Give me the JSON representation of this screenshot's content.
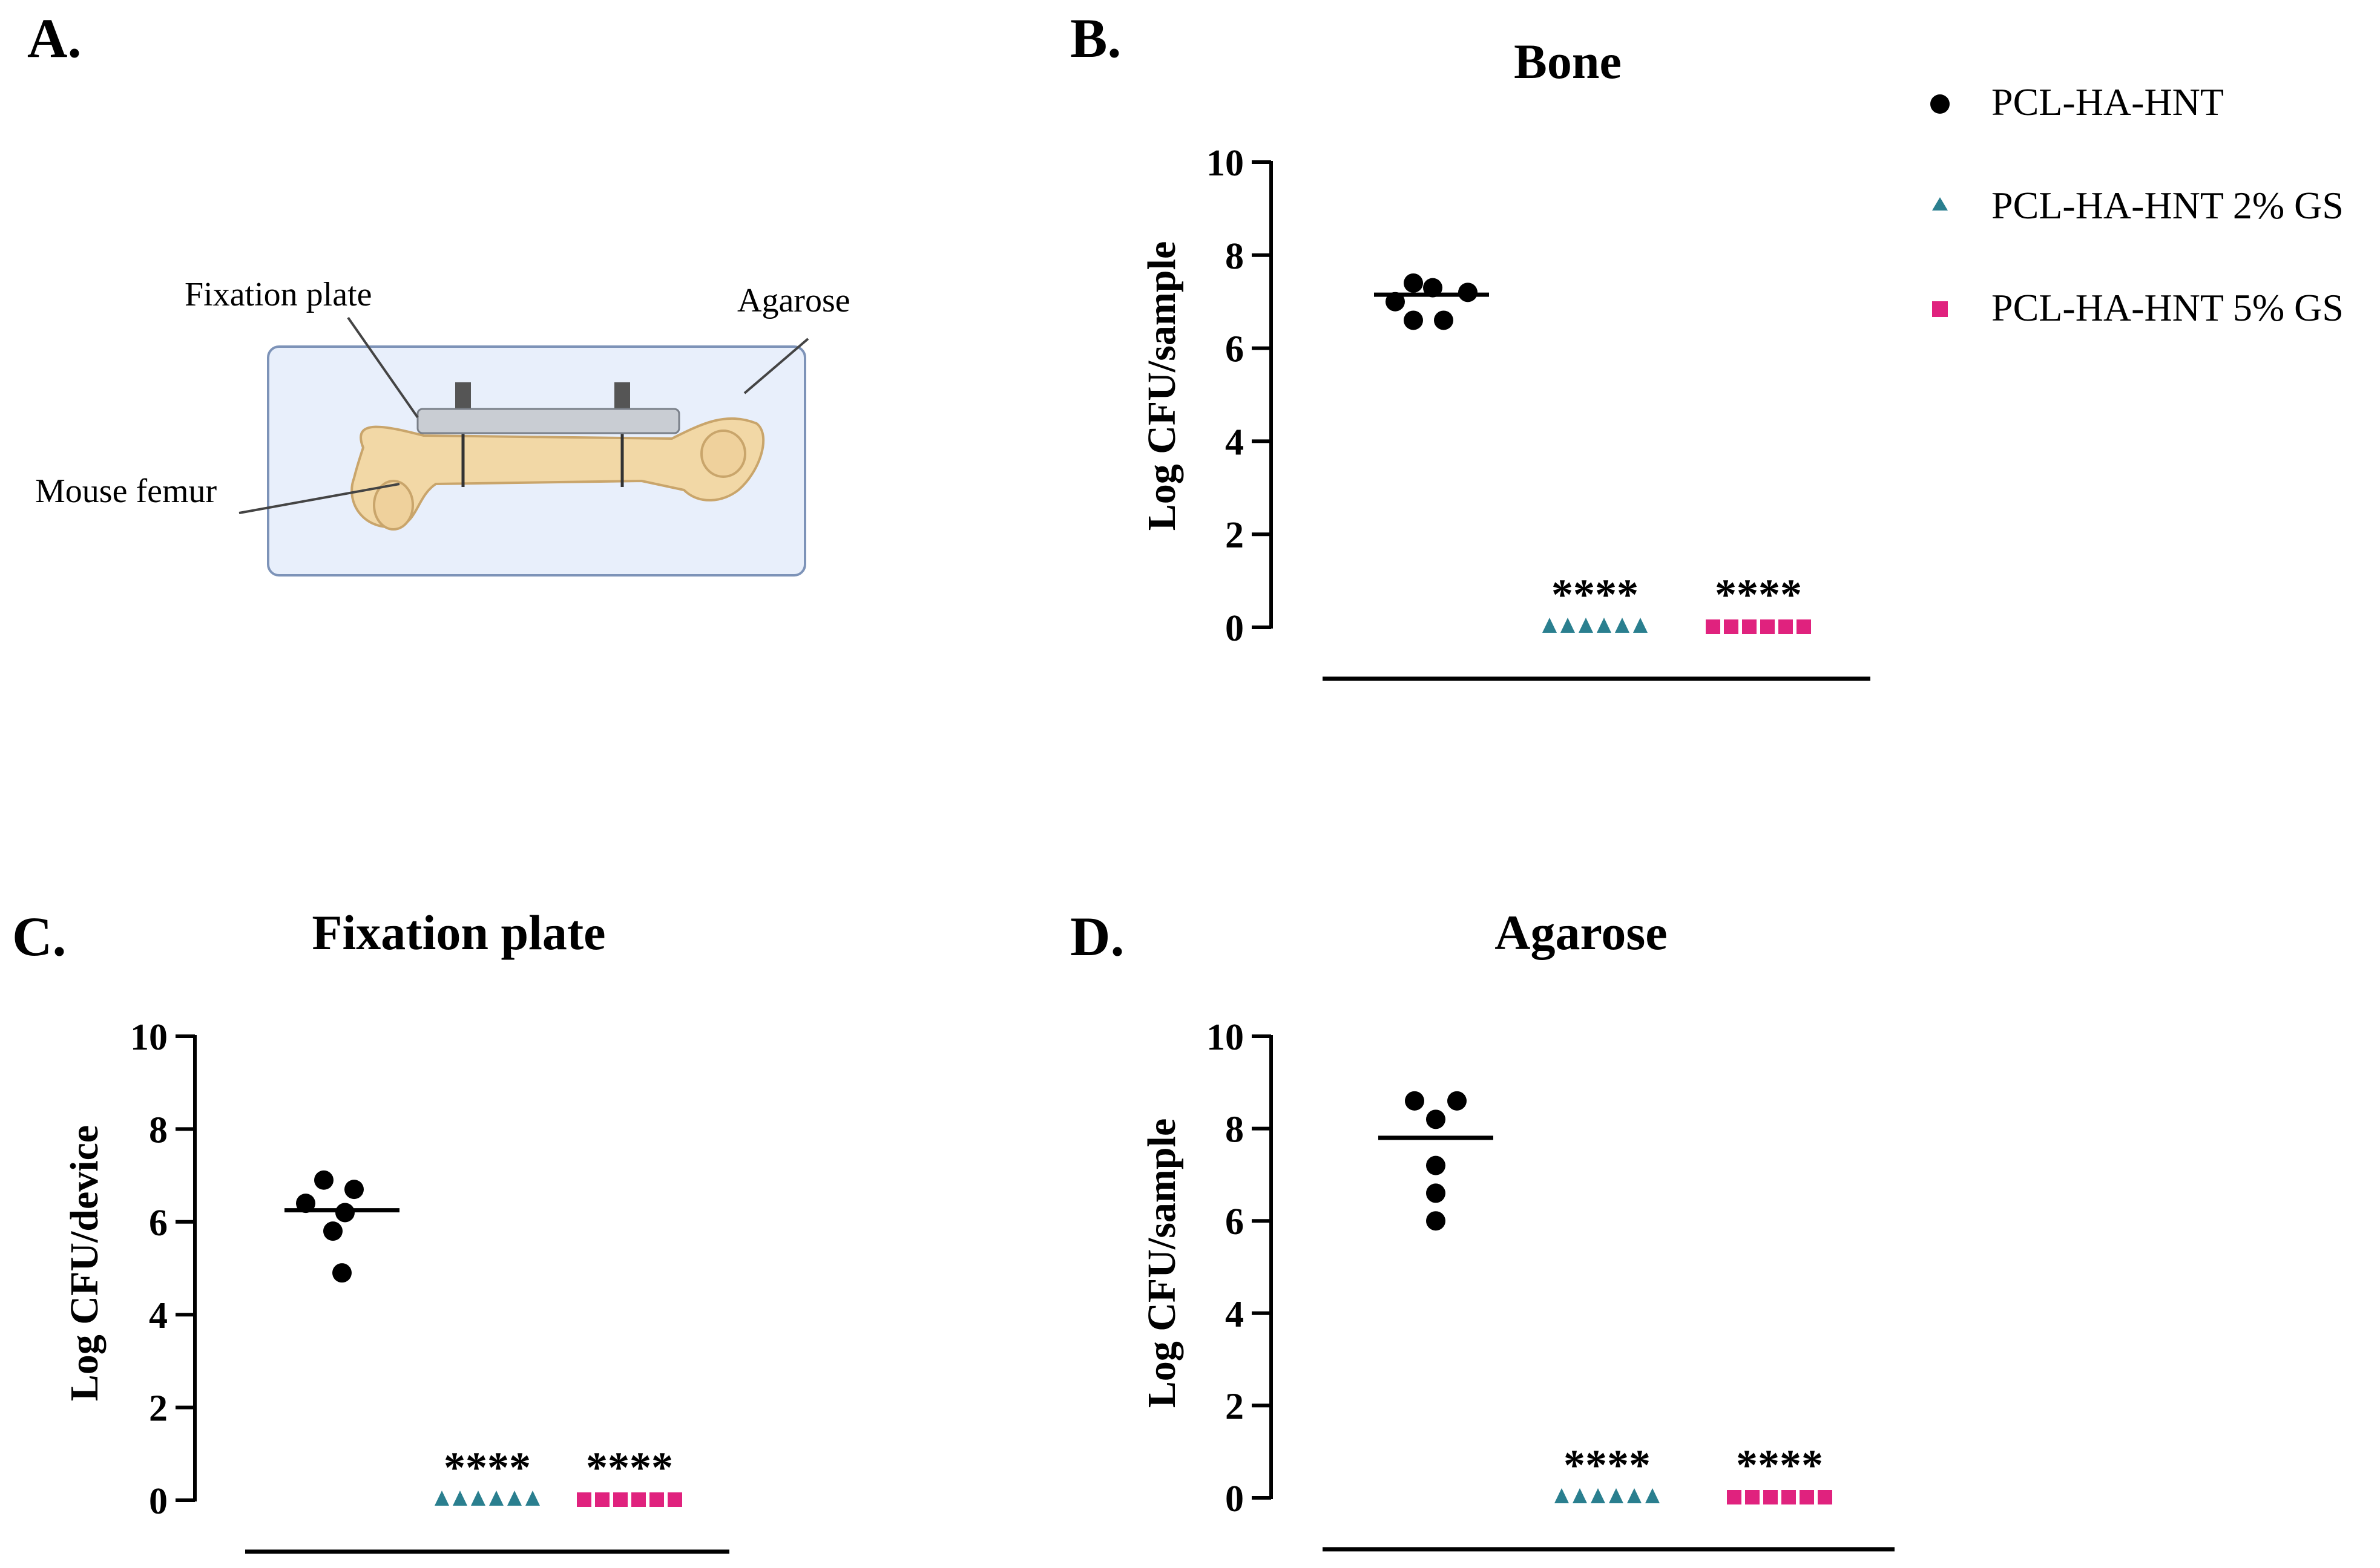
{
  "panels": {
    "a": "A.",
    "b": "B.",
    "c": "C.",
    "d": "D."
  },
  "diagram": {
    "fixation_plate": "Fixation plate",
    "agarose": "Agarose",
    "mouse_femur": "Mouse femur"
  },
  "legend": [
    {
      "name": "PCL-HA-HNT",
      "marker": "circle",
      "color": "#000000"
    },
    {
      "name": "PCL-HA-HNT 2% GS",
      "marker": "triangle",
      "color": "#2a7f8f"
    },
    {
      "name": "PCL-HA-HNT 5% GS",
      "marker": "square",
      "color": "#e0227e"
    }
  ],
  "significance_label": "****",
  "chart_data": [
    {
      "type": "scatter",
      "title": "Bone",
      "ylabel": "Log CFU/sample",
      "ylim": [
        0,
        10
      ],
      "yticks": [
        "0",
        "2",
        "4",
        "6",
        "8",
        "10"
      ],
      "series": [
        {
          "name": "PCL-HA-HNT",
          "values": [
            7.0,
            7.4,
            7.3,
            7.2,
            6.6,
            6.6
          ],
          "median": 7.15
        },
        {
          "name": "PCL-HA-HNT 2% GS",
          "values": [
            0,
            0,
            0,
            0,
            0,
            0
          ],
          "significance": "****"
        },
        {
          "name": "PCL-HA-HNT 5% GS",
          "values": [
            0,
            0,
            0,
            0,
            0,
            0
          ],
          "significance": "****"
        }
      ]
    },
    {
      "type": "scatter",
      "title": "Fixation plate",
      "ylabel": "Log CFU/device",
      "ylim": [
        0,
        10
      ],
      "yticks": [
        "0",
        "2",
        "4",
        "6",
        "8",
        "10"
      ],
      "series": [
        {
          "name": "PCL-HA-HNT",
          "values": [
            6.9,
            6.7,
            6.4,
            6.2,
            5.8,
            4.9
          ],
          "median": 6.25
        },
        {
          "name": "PCL-HA-HNT 2% GS",
          "values": [
            0,
            0,
            0,
            0,
            0,
            0
          ],
          "significance": "****"
        },
        {
          "name": "PCL-HA-HNT 5% GS",
          "values": [
            0,
            0,
            0,
            0,
            0,
            0
          ],
          "significance": "****"
        }
      ]
    },
    {
      "type": "scatter",
      "title": "Agarose",
      "ylabel": "Log CFU/sample",
      "ylim": [
        0,
        10
      ],
      "yticks": [
        "0",
        "2",
        "4",
        "6",
        "8",
        "10"
      ],
      "series": [
        {
          "name": "PCL-HA-HNT",
          "values": [
            8.6,
            8.6,
            8.2,
            7.2,
            6.6,
            6.0
          ],
          "median": 7.8
        },
        {
          "name": "PCL-HA-HNT 2% GS",
          "values": [
            0,
            0,
            0,
            0,
            0,
            0
          ],
          "significance": "****"
        },
        {
          "name": "PCL-HA-HNT 5% GS",
          "values": [
            0,
            0,
            0,
            0,
            0,
            0
          ],
          "significance": "****"
        }
      ]
    }
  ]
}
